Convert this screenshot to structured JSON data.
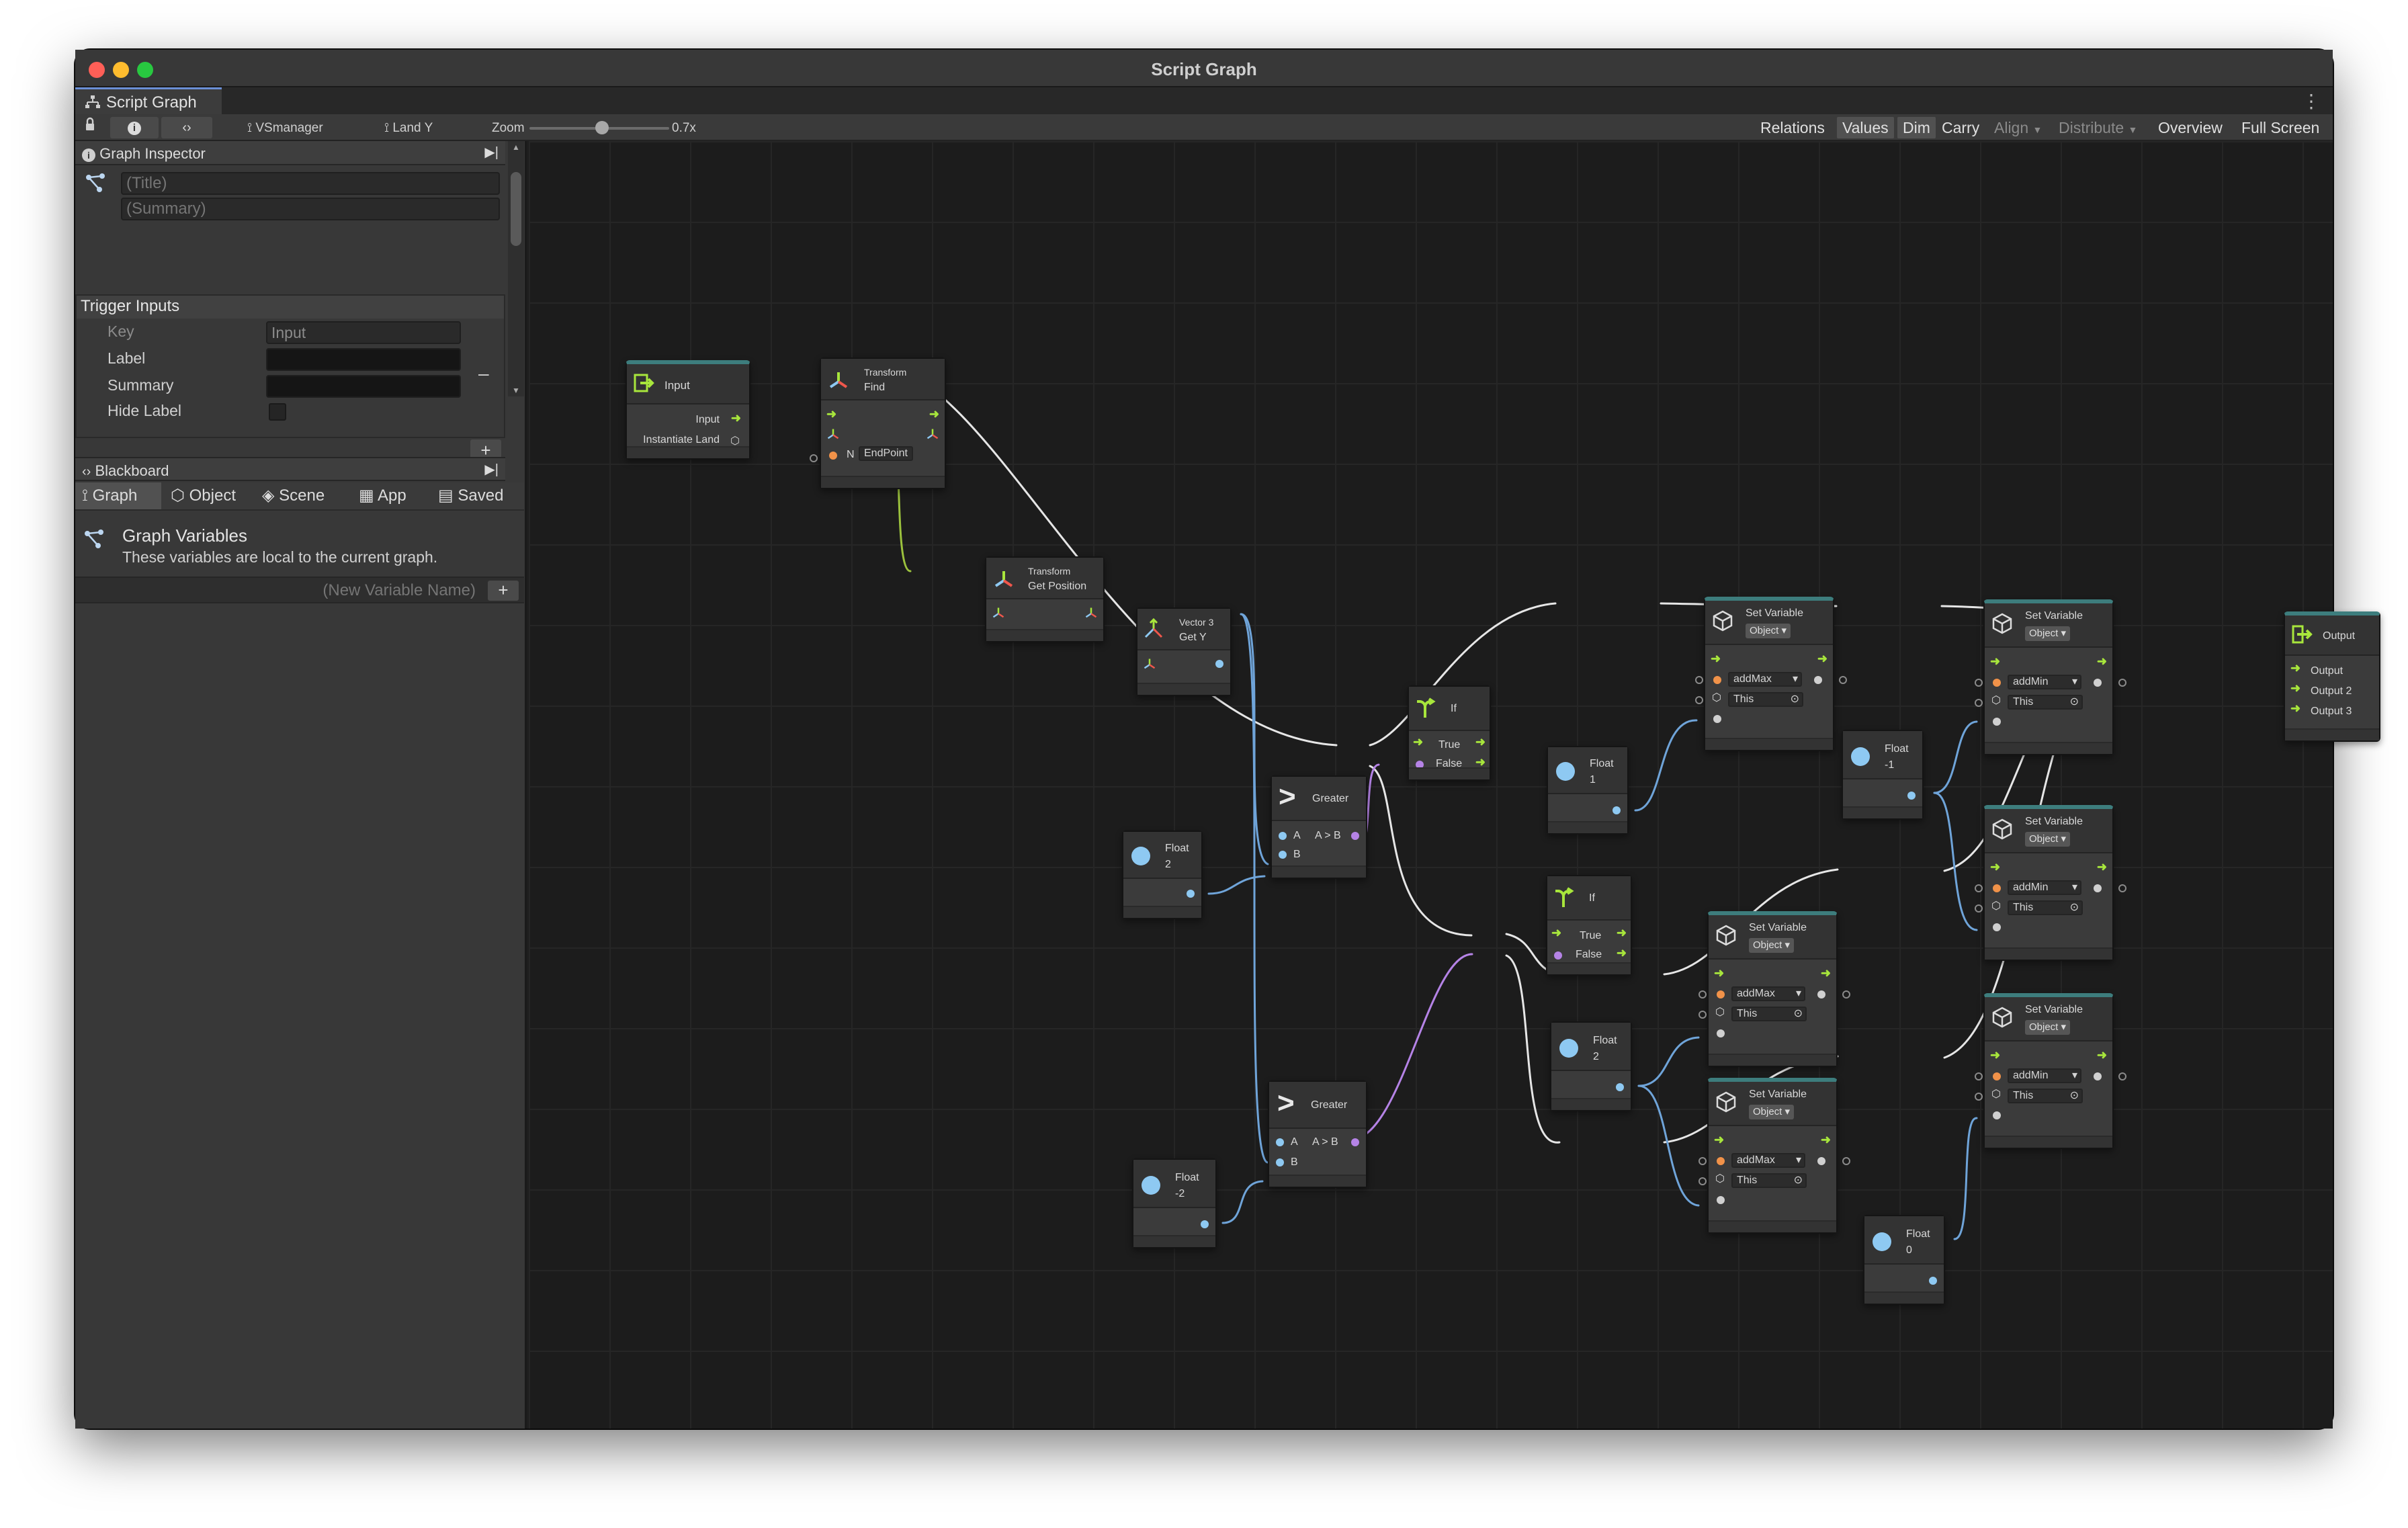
{
  "window": {
    "title": "Script Graph",
    "tab": "Script Graph"
  },
  "toolbar": {
    "breadcrumb_1": "VSmanager",
    "breadcrumb_2": "Land Y",
    "zoom_label": "Zoom",
    "zoom_value": "0.7x",
    "zoom_fraction": 0.52,
    "right": [
      "Relations",
      "Values",
      "Dim",
      "Carry",
      "Align",
      "Distribute",
      "Overview",
      "Full Screen"
    ]
  },
  "inspector": {
    "title": "Graph Inspector",
    "title_placeholder": "(Title)",
    "summary_placeholder": "(Summary)",
    "trigger_inputs": "Trigger Inputs",
    "key_label": "Key",
    "key_value": "Input",
    "label_label": "Label",
    "summary_label": "Summary",
    "hide_label": "Hide Label",
    "minus": "–",
    "plus": "+"
  },
  "blackboard": {
    "title": "Blackboard",
    "tabs": [
      "Graph",
      "Object",
      "Scene",
      "App",
      "Saved"
    ],
    "vars_title": "Graph Variables",
    "vars_desc": "These variables are local to the current graph.",
    "new_var_placeholder": "(New Variable Name)",
    "add": "+"
  },
  "colors": {
    "accent_teal": "#3d7d7d",
    "port_cyan": "#8ec9f2",
    "port_orange": "#f19249",
    "port_purple": "#b583e6",
    "flow_green": "#a8e63c",
    "wire_green": "#9bc13d",
    "wire_blue": "#6fa4d9",
    "wire_purple": "#b583e6"
  },
  "nodes": {
    "input": {
      "title": "Input",
      "out1": "Input",
      "out2": "Instantiate Land"
    },
    "find": {
      "sub": "Transform",
      "title": "Find",
      "arg_prefix": "N",
      "arg": "EndPoint"
    },
    "getpos": {
      "sub": "Transform",
      "title": "Get Position"
    },
    "gety": {
      "sub": "Vector 3",
      "title": "Get Y"
    },
    "float_a": {
      "title": "Float",
      "value": "2"
    },
    "greater_a": {
      "title": "Greater",
      "a": "A",
      "cmp": "A > B",
      "b": "B"
    },
    "if_a": {
      "title": "If",
      "true": "True",
      "false": "False"
    },
    "float_b": {
      "title": "Float",
      "value": "1"
    },
    "if_b": {
      "title": "If",
      "true": "True",
      "false": "False"
    },
    "float_c": {
      "title": "Float",
      "value": "-2"
    },
    "greater_b": {
      "title": "Greater",
      "a": "A",
      "cmp": "A > B",
      "b": "B"
    },
    "float_d": {
      "title": "Float",
      "value": "2"
    },
    "sv1": {
      "title": "Set Variable",
      "kind": "Object",
      "name": "addMax",
      "target": "This"
    },
    "sv2": {
      "title": "Set Variable",
      "kind": "Object",
      "name": "addMin",
      "target": "This"
    },
    "float_e": {
      "title": "Float",
      "value": "-1"
    },
    "sv3": {
      "title": "Set Variable",
      "kind": "Object",
      "name": "addMin",
      "target": "This"
    },
    "sv4": {
      "title": "Set Variable",
      "kind": "Object",
      "name": "addMax",
      "target": "This"
    },
    "sv5": {
      "title": "Set Variable",
      "kind": "Object",
      "name": "addMin",
      "target": "This"
    },
    "sv6": {
      "title": "Set Variable",
      "kind": "Object",
      "name": "addMax",
      "target": "This"
    },
    "float_f": {
      "title": "Float",
      "value": "0"
    },
    "output": {
      "title": "Output",
      "out1": "Output",
      "out2": "Output 2",
      "out3": "Output 3"
    }
  }
}
